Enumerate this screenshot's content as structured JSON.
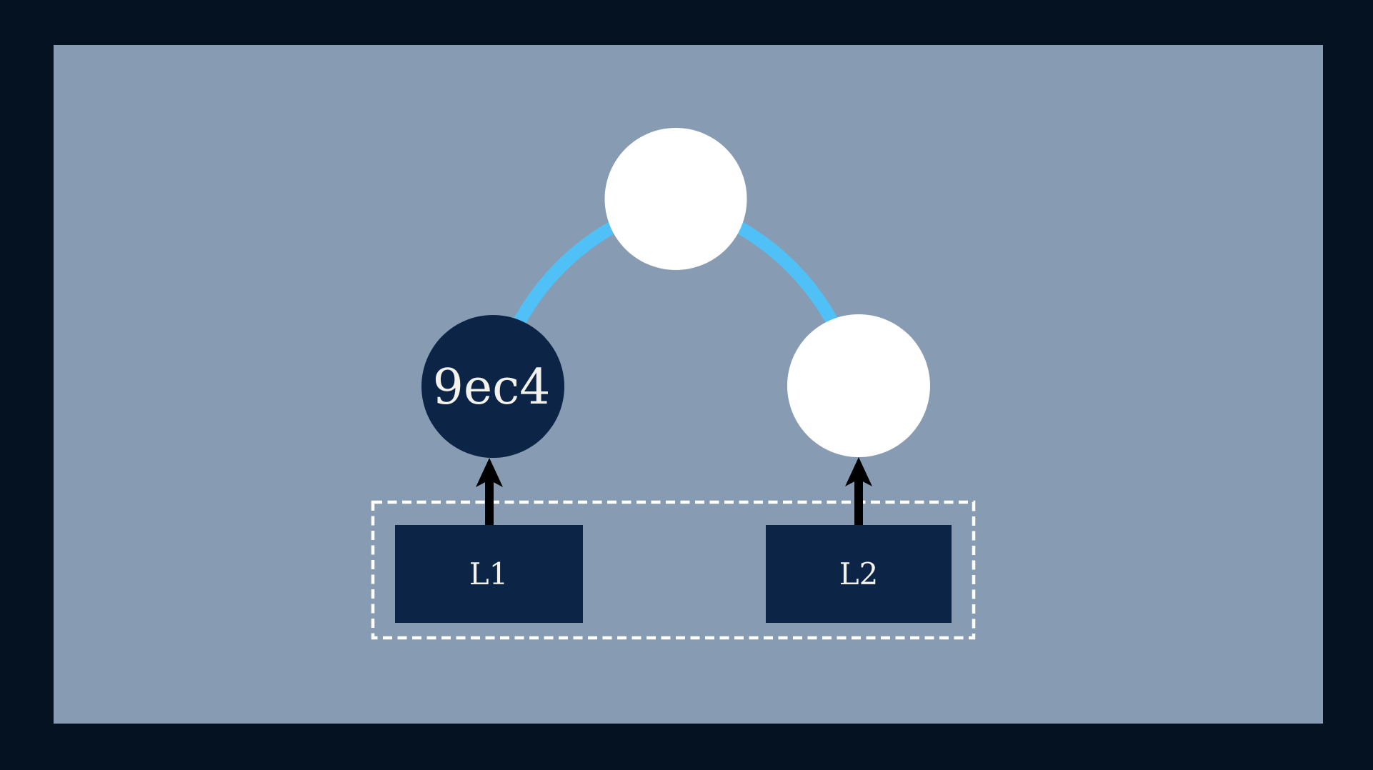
{
  "figure": {
    "background_color": "#041222",
    "panel_color": "#879cb3"
  },
  "tree": {
    "type": "diagram",
    "description": "binary tree with two leaf input boxes grouped by a dashed border, arrows pointing up into the child nodes, curved edges joining children to root",
    "nodes": [
      {
        "id": "root",
        "label": "",
        "style": "light"
      },
      {
        "id": "child-left",
        "label": "9ec4",
        "style": "dark"
      },
      {
        "id": "child-right",
        "label": "",
        "style": "light"
      }
    ],
    "edges": [
      {
        "from": "root",
        "to": "child-left",
        "style": "blue-arc"
      },
      {
        "from": "root",
        "to": "child-right",
        "style": "blue-arc"
      }
    ],
    "leaf_boxes": [
      {
        "label": "L1",
        "arrow_to": "child-left"
      },
      {
        "label": "L2",
        "arrow_to": "child-right"
      }
    ],
    "colors": {
      "dark_node": "#0c2446",
      "light_node": "#ffffff",
      "edge_blue": "#4fc1f7",
      "arrow_black": "#000000",
      "dashed_border": "#ffffff",
      "label_text": "#f2f1ec"
    }
  }
}
